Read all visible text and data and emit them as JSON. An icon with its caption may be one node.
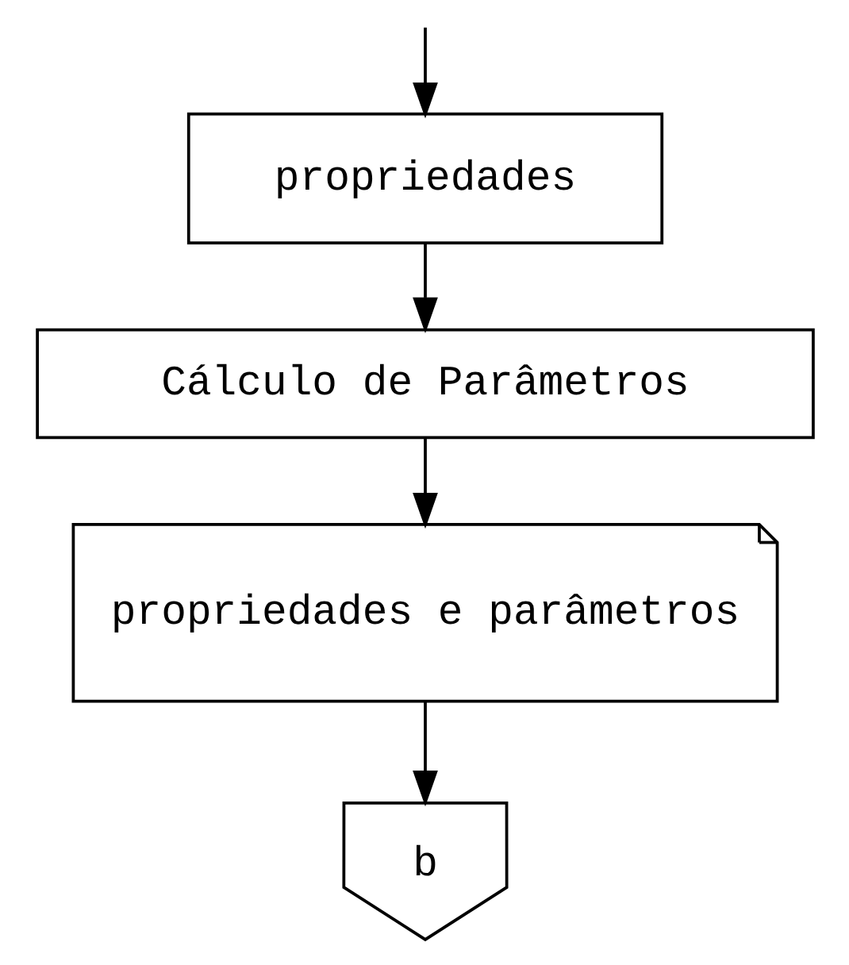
{
  "diagram": {
    "nodes": [
      {
        "text": [
          "propriedades"
        ]
      },
      {
        "text": [
          "Cálculo de Parâmetros"
        ]
      },
      {
        "text": [
          "propriedades e parâmetros"
        ]
      },
      {
        "text": [
          "b"
        ]
      }
    ],
    "edges": [
      {
        "from": null,
        "to": 0,
        "arrow": "to"
      },
      {
        "from": 0,
        "to": 1,
        "arrow": "to"
      },
      {
        "from": 1,
        "to": 2,
        "arrow": "to"
      },
      {
        "from": 2,
        "to": 3,
        "arrow": "to"
      }
    ]
  }
}
